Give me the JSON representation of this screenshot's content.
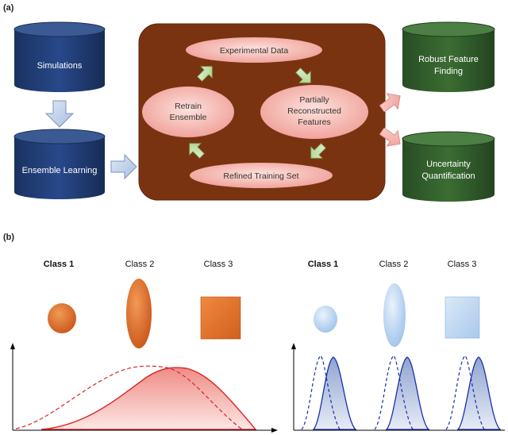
{
  "panel_a": {
    "label": "(a)",
    "simulations": "Simulations",
    "ensemble_learning": "Ensemble Learning",
    "experimental_data": "Experimental Data",
    "retrain_ensemble": [
      "Retrain",
      "Ensemble"
    ],
    "partially_reconstructed": [
      "Partially",
      "Reconstructed",
      "Features"
    ],
    "refined_training_set": "Refined Training Set",
    "robust_feature_finding": [
      "Robust Feature",
      "Finding"
    ],
    "uncertainty_quantification": [
      "Uncertainty",
      "Quantification"
    ]
  },
  "panel_b": {
    "label": "(b)",
    "left_classes": [
      "Class 1",
      "Class 2",
      "Class 3"
    ],
    "right_classes": [
      "Class 1",
      "Class 2",
      "Class 3"
    ]
  },
  "colors": {
    "navy_cylinder": "#1f3a6b",
    "green_cylinder": "#2f5a2a",
    "brown_box": "#7a3310",
    "pink_ellipse": "#f3b9b3",
    "orange_shape": "#e0732c",
    "light_blue_shape": "#b9d6f2",
    "red_curve": "#d9262a",
    "blue_curve": "#1b2fae"
  }
}
